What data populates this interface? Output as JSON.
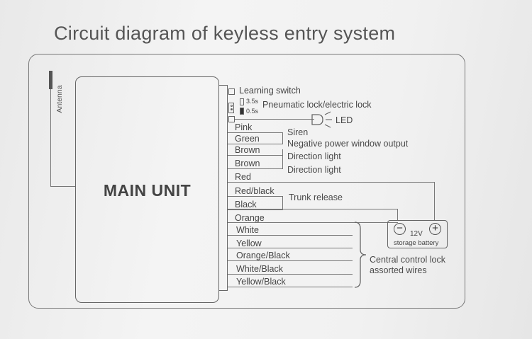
{
  "title": "Circuit diagram of keyless entry system",
  "antenna_label": "Antenna",
  "main_unit_label": "MAIN UNIT",
  "top_connectors": {
    "learning_switch": "Learning switch",
    "time_3_5": "3.5s",
    "time_0_5": "0.5s",
    "pneumatic": "Pneumatic lock/electric lock",
    "led": "LED"
  },
  "wires": [
    {
      "color": "Pink"
    },
    {
      "color": "Green"
    },
    {
      "color": "Brown"
    },
    {
      "color": "Brown"
    },
    {
      "color": "Red"
    },
    {
      "color": "Red/black"
    },
    {
      "color": "Black"
    },
    {
      "color": "Orange"
    },
    {
      "color": "White"
    },
    {
      "color": "Yellow"
    },
    {
      "color": "Orange/Black"
    },
    {
      "color": "White/Black"
    },
    {
      "color": "Yellow/Black"
    }
  ],
  "functions": {
    "siren": "Siren",
    "window": "Negative power window output",
    "direction1": "Direction light",
    "direction2": "Direction light",
    "trunk": "Trunk release",
    "central_lock_1": "Central control lock",
    "central_lock_2": "assorted wires"
  },
  "battery": {
    "minus": "−",
    "plus": "+",
    "voltage": "12V",
    "label": "storage battery"
  }
}
